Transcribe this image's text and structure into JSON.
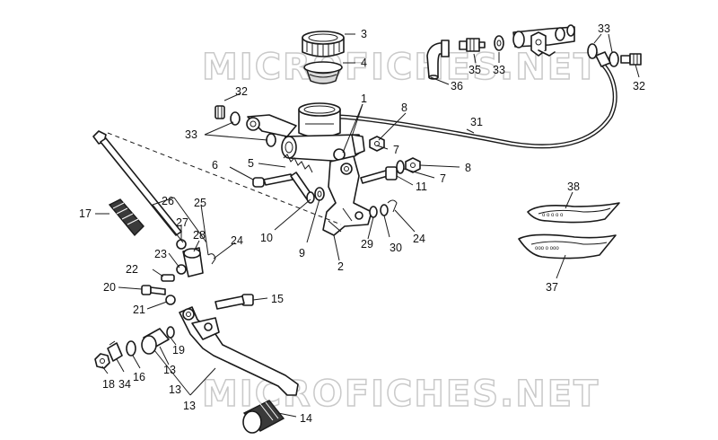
{
  "watermark": "MICROFICHES.NET",
  "labels": {
    "l1": "1",
    "l2": "2",
    "l3": "3",
    "l4": "4",
    "l5": "5",
    "l6": "6",
    "l7a": "7",
    "l7b": "7",
    "l8a": "8",
    "l8b": "8",
    "l9": "9",
    "l10": "10",
    "l11": "11",
    "l13a": "13",
    "l13b": "13",
    "l13c": "13",
    "l14": "14",
    "l15": "15",
    "l16": "16",
    "l17": "17",
    "l18": "18",
    "l19": "19",
    "l20": "20",
    "l21": "21",
    "l22": "22",
    "l23": "23",
    "l24a": "24",
    "l24b": "24",
    "l25": "25",
    "l26": "26",
    "l27": "27",
    "l28": "28",
    "l29": "29",
    "l30": "30",
    "l31": "31",
    "l32a": "32",
    "l32b": "32",
    "l33a": "33",
    "l33b": "33",
    "l33c": "33",
    "l34": "34",
    "l35": "35",
    "l36": "36",
    "l37": "37",
    "l38": "38"
  }
}
